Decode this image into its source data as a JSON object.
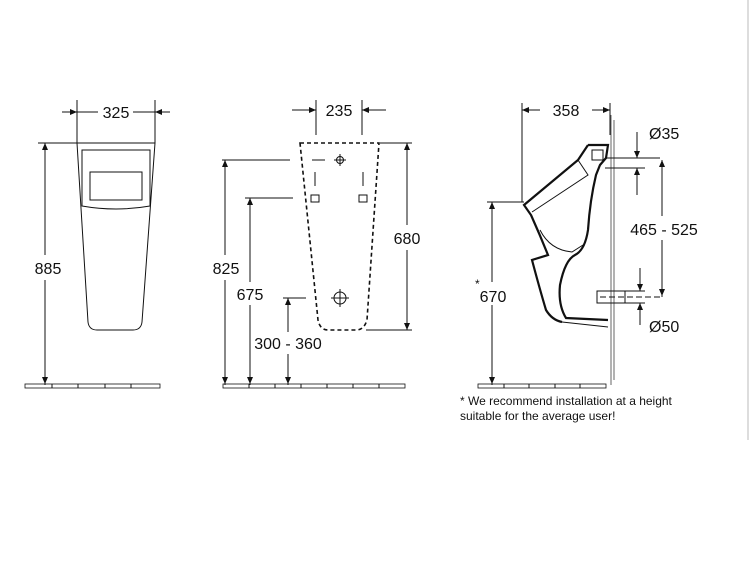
{
  "front_view": {
    "width": "325",
    "height": "885"
  },
  "rear_view": {
    "width": "235",
    "height_825": "825",
    "height_675": "675",
    "height_outlet": "300 - 360",
    "height_680": "680"
  },
  "side_view": {
    "depth": "358",
    "inlet_diameter": "Ø35",
    "inlet_outlet_distance": "465 - 525",
    "installation_height": "670",
    "asterisk": "*",
    "outlet_diameter": "Ø50"
  },
  "note": {
    "line1": "* We recommend installation at a height",
    "line2": "suitable  for the average user!"
  }
}
